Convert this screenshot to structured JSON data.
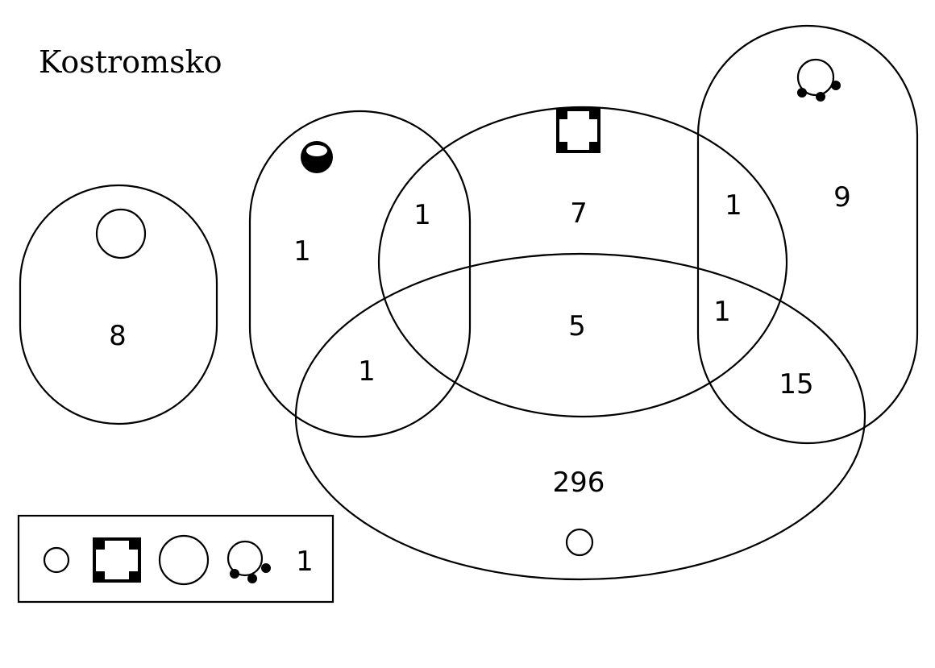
{
  "title": "Kostromsko",
  "regions": {
    "small_circle_only": "8",
    "half_filled_only": "1",
    "half_filled_and_cross": "1",
    "half_filled_and_small_ring": "1",
    "cross_only": "7",
    "cross_and_small_ring": "5",
    "cross_and_beaded": "1",
    "cross_beaded_small_ring": "1",
    "beaded_only": "9",
    "beaded_and_small_ring": "15",
    "small_ring_only": "296"
  },
  "legend": {
    "value": "1",
    "symbols": [
      "small-ring-icon",
      "cross-square-icon",
      "large-circle-icon",
      "beaded-ring-icon"
    ]
  },
  "set_symbols": [
    "large-circle-icon",
    "half-filled-ball-icon",
    "cross-square-icon",
    "beaded-ring-icon",
    "small-ring-icon"
  ],
  "colors": {
    "stroke": "#000000",
    "background": "#ffffff"
  }
}
